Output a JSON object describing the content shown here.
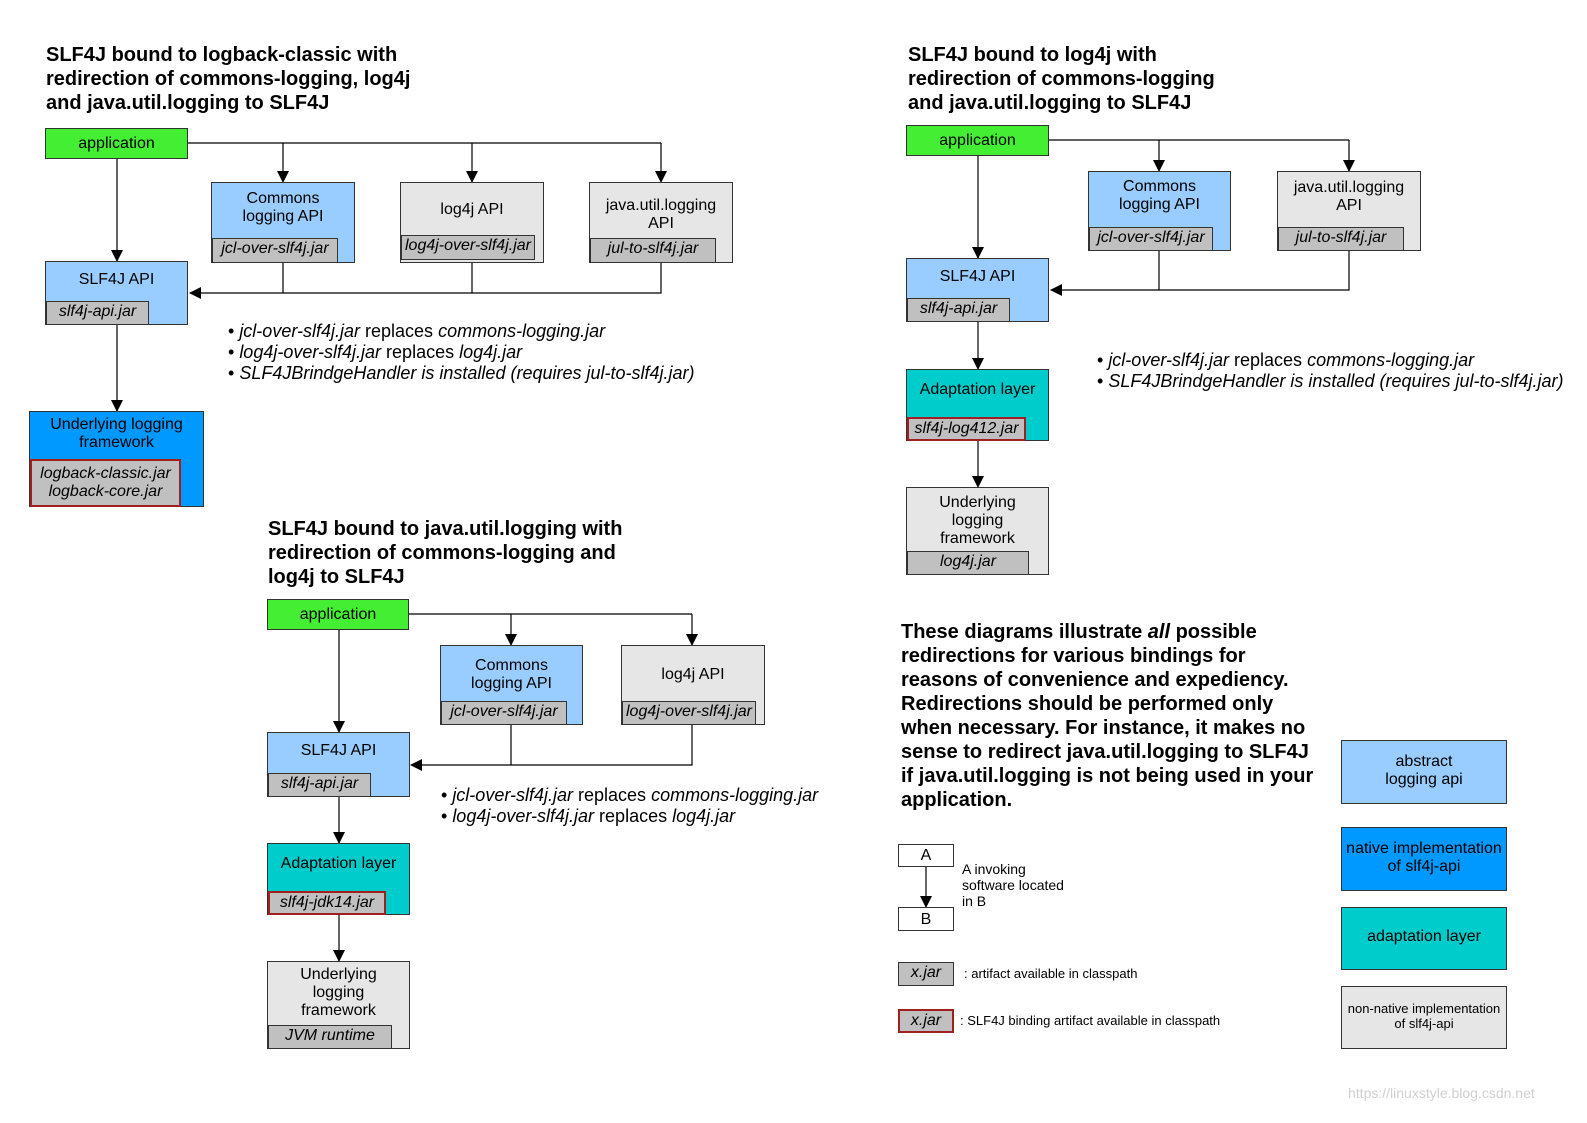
{
  "diagram1": {
    "title": [
      "SLF4J bound to logback-classic with",
      "redirection of commons-logging, log4j",
      "and java.util.logging to SLF4J"
    ],
    "application": "application",
    "commons_api": [
      "Commons",
      "logging API"
    ],
    "commons_jar": "jcl-over-slf4j.jar",
    "log4j_api": "log4j API",
    "log4j_jar": "log4j-over-slf4j.jar",
    "jul_api": [
      "java.util.logging",
      "API"
    ],
    "jul_jar": "jul-to-slf4j.jar",
    "slf4j_api": "SLF4J API",
    "slf4j_jar": "slf4j-api.jar",
    "notes": [
      {
        "jar": "jcl-over-slf4j.jar",
        "mid": " replaces ",
        "target": "commons-logging.jar"
      },
      {
        "jar": "log4j-over-slf4j.jar",
        "mid": " replaces ",
        "target": "log4j.jar"
      },
      {
        "text": "SLF4JBrindgeHandler is installed (requires jul-to-slf4j.jar)"
      }
    ],
    "underlying": [
      "Underlying logging",
      "framework"
    ],
    "underlying_jars": [
      "logback-classic.jar",
      "logback-core.jar"
    ]
  },
  "diagram2": {
    "title": [
      "SLF4J bound to log4j with",
      "redirection of commons-logging",
      "and java.util.logging to SLF4J"
    ],
    "application": "application",
    "commons_api": [
      "Commons",
      "logging API"
    ],
    "commons_jar": "jcl-over-slf4j.jar",
    "jul_api": [
      "java.util.logging",
      "API"
    ],
    "jul_jar": "jul-to-slf4j.jar",
    "slf4j_api": "SLF4J API",
    "slf4j_jar": "slf4j-api.jar",
    "adaptation": "Adaptation layer",
    "adaptation_jar": "slf4j-log412.jar",
    "underlying": [
      "Underlying",
      "logging",
      "framework"
    ],
    "underlying_jar": "log4j.jar",
    "notes": [
      {
        "jar": "jcl-over-slf4j.jar",
        "mid": " replaces ",
        "target": "commons-logging.jar"
      },
      {
        "text": "SLF4JBrindgeHandler is installed (requires jul-to-slf4j.jar)"
      }
    ]
  },
  "diagram3": {
    "title": [
      "SLF4J bound to java.util.logging with",
      "redirection of commons-logging and",
      "log4j to SLF4J"
    ],
    "application": "application",
    "commons_api": [
      "Commons",
      "logging API"
    ],
    "commons_jar": "jcl-over-slf4j.jar",
    "log4j_api": "log4j API",
    "log4j_jar": "log4j-over-slf4j.jar",
    "slf4j_api": "SLF4J API",
    "slf4j_jar": "slf4j-api.jar",
    "adaptation": "Adaptation layer",
    "adaptation_jar": "slf4j-jdk14.jar",
    "underlying": [
      "Underlying",
      "logging",
      "framework"
    ],
    "underlying_jar": "JVM runtime",
    "notes": [
      {
        "jar": "jcl-over-slf4j.jar",
        "mid": " replaces ",
        "target": "commons-logging.jar"
      },
      {
        "jar": "log4j-over-slf4j.jar",
        "mid": " replaces ",
        "target": "log4j.jar"
      }
    ]
  },
  "explanation": {
    "before": "These diagrams illustrate ",
    "emph": "all",
    "after": " possible redirections for various bindings for reasons of convenience and expediency. Redirections should be performed only when necessary. For instance, it makes no sense to redirect java.util.logging to SLF4J if java.util.logging is not being used in your application."
  },
  "legend": {
    "a": "A",
    "b": "B",
    "invoking": "A invoking software located in B",
    "jar_label": "x.jar",
    "jar_text": ": artifact available in classpath",
    "binding_label": "x.jar",
    "binding_text": ": SLF4J binding artifact available in classpath",
    "abstract": [
      "abstract",
      "logging api"
    ],
    "native": [
      "native implementation",
      "of slf4j-api"
    ],
    "adaptation": "adaptation layer",
    "nonnative": [
      "non-native implementation",
      "of slf4j-api"
    ]
  },
  "colors": {
    "application": "#44ee33",
    "abstract_api": "#99ccff",
    "native_impl": "#0099ff",
    "adaptation": "#00cccc",
    "non_native": "#e6e6e6",
    "jar": "#c0c0c0",
    "binding_border": "#a02020"
  },
  "watermark": "https://linuxstyle.blog.csdn.net"
}
